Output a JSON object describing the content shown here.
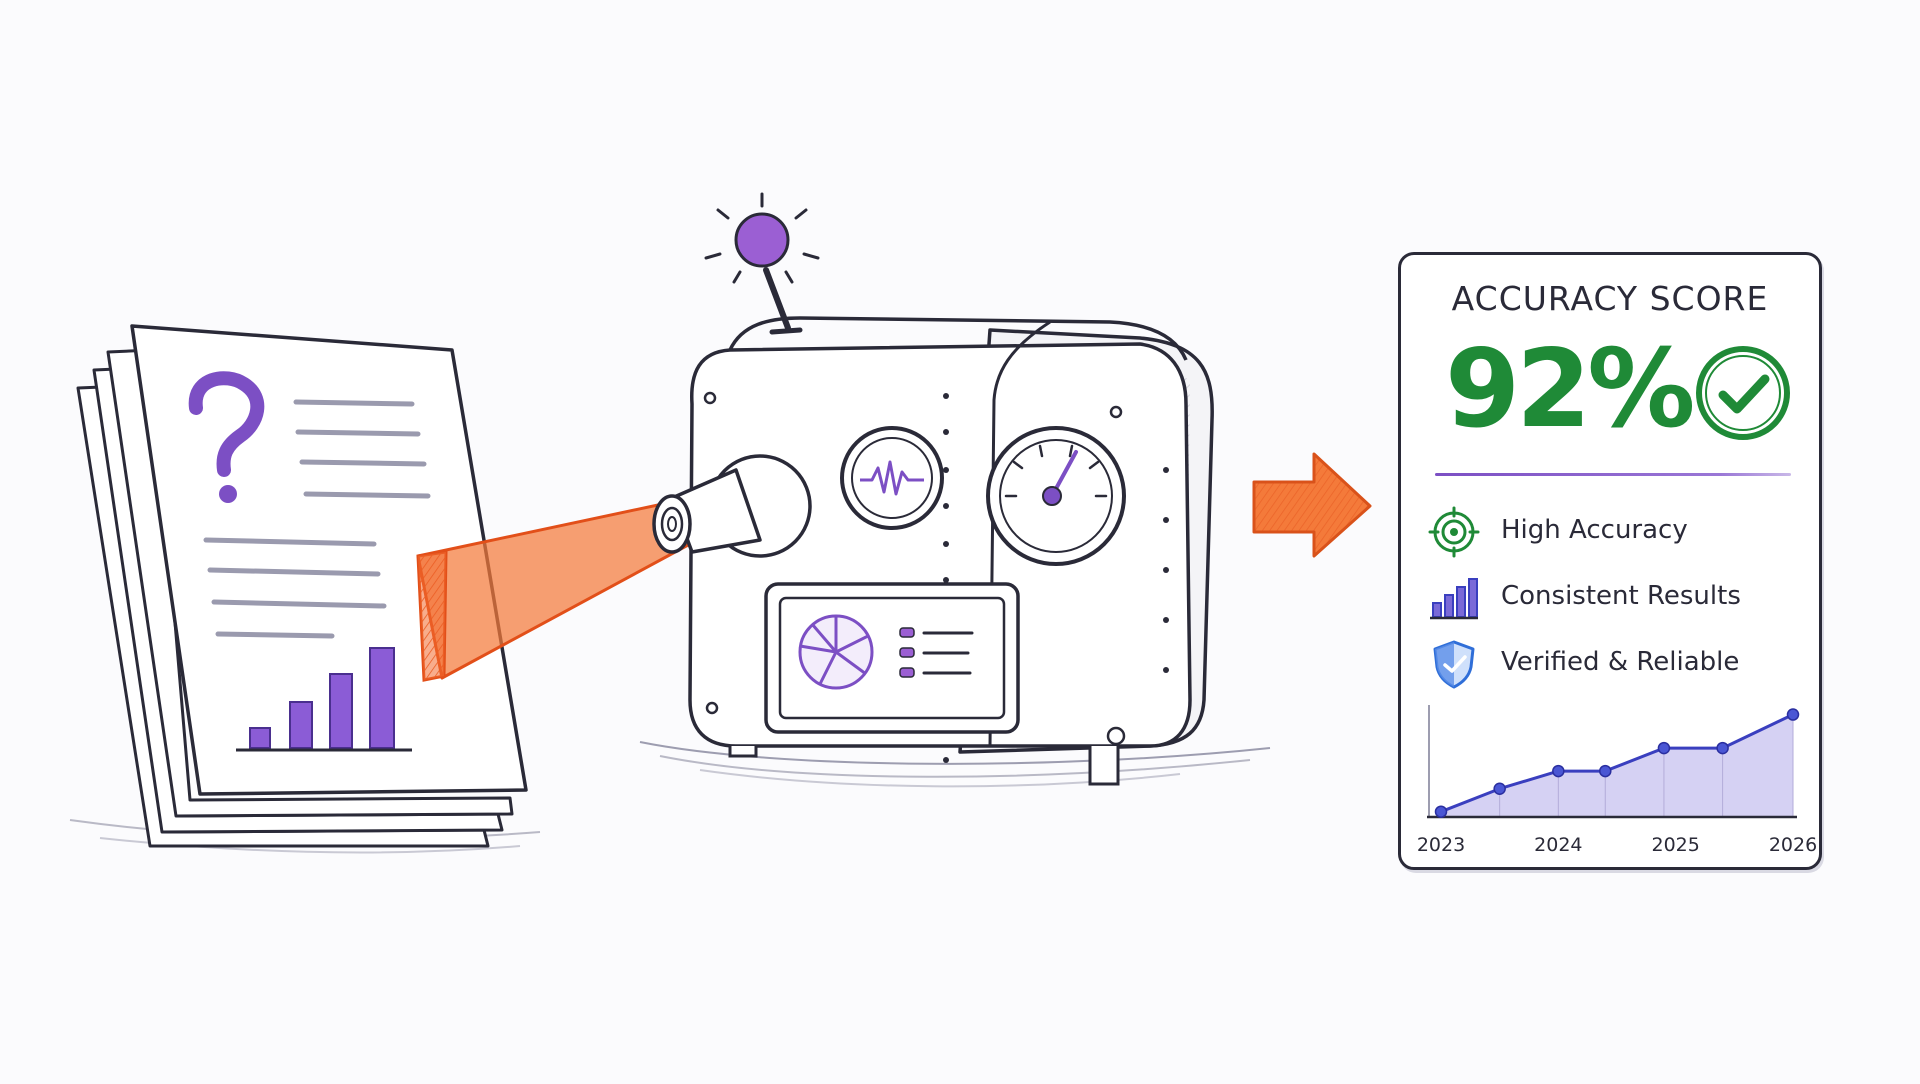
{
  "card": {
    "title": "ACCURACY SCORE",
    "score": "92%",
    "features": [
      {
        "label": "High Accuracy",
        "icon": "target-icon"
      },
      {
        "label": "Consistent Results",
        "icon": "bar-chart-icon"
      },
      {
        "label": "Verified & Reliable",
        "icon": "shield-icon"
      }
    ]
  },
  "colors": {
    "accent_purple": "#7c4fc4",
    "score_green": "#1f8a37",
    "beam_orange": "#f26a2e",
    "chart_blue": "#3a3fbf",
    "ink": "#2a2a38"
  },
  "chart_data": {
    "type": "area",
    "x": [
      2023.0,
      2023.5,
      2024.0,
      2024.4,
      2024.9,
      2025.4,
      2026.0
    ],
    "values": [
      0.3,
      1.6,
      2.6,
      2.6,
      3.9,
      3.9,
      5.8
    ],
    "x_ticks": [
      "2023",
      "2024",
      "2025",
      "2026"
    ],
    "xlabel": "",
    "ylabel": "",
    "grid": false
  }
}
